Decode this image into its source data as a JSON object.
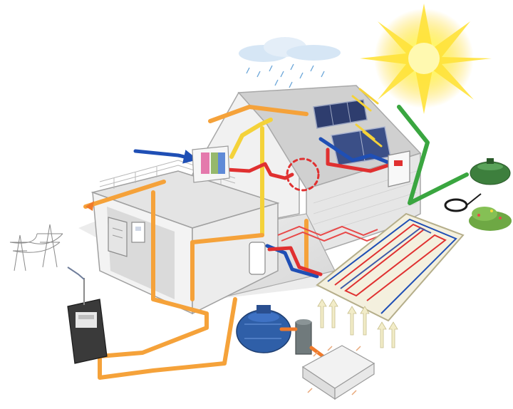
{
  "diagram": {
    "components": {
      "sun": "sun-icon",
      "cloud": "rain-cloud-icon",
      "solar_panels": "solar-panel-icon",
      "ventilation_unit": "ventilation-heat-recovery-unit",
      "heat_pump": "heat-pump-icon",
      "control_cabinet": "electrical-cabinet-icon",
      "electricity_meter": "electricity-meter-icon",
      "power_lines": "power-pylon-icon",
      "rainwater_tank": "rainwater-tank-icon",
      "garden_tank": "garden-water-tank-icon",
      "underfloor_heating": "underfloor-heating-loop",
      "ground_collector": "ground-heat-collector",
      "filter_shaft": "filter-shaft-icon",
      "infiltration_box": "infiltration-box-icon"
    },
    "flow_colors": {
      "electricity": "#f5a23a",
      "solar_heat": "#f4d23a",
      "warm_air_heating": "#e03030",
      "cold_fresh_air": "#1f4fb5",
      "rainwater": "#3aa640",
      "ground_heat": "#e8e4c8"
    },
    "theme": {
      "wall_light": "#f4f4f4",
      "wall_shade": "#d9d9d9",
      "roof": "#c8c8c8",
      "outline": "#9a9a9a",
      "sun_core": "#fff56a",
      "sun_ray": "#ffd21a"
    }
  }
}
